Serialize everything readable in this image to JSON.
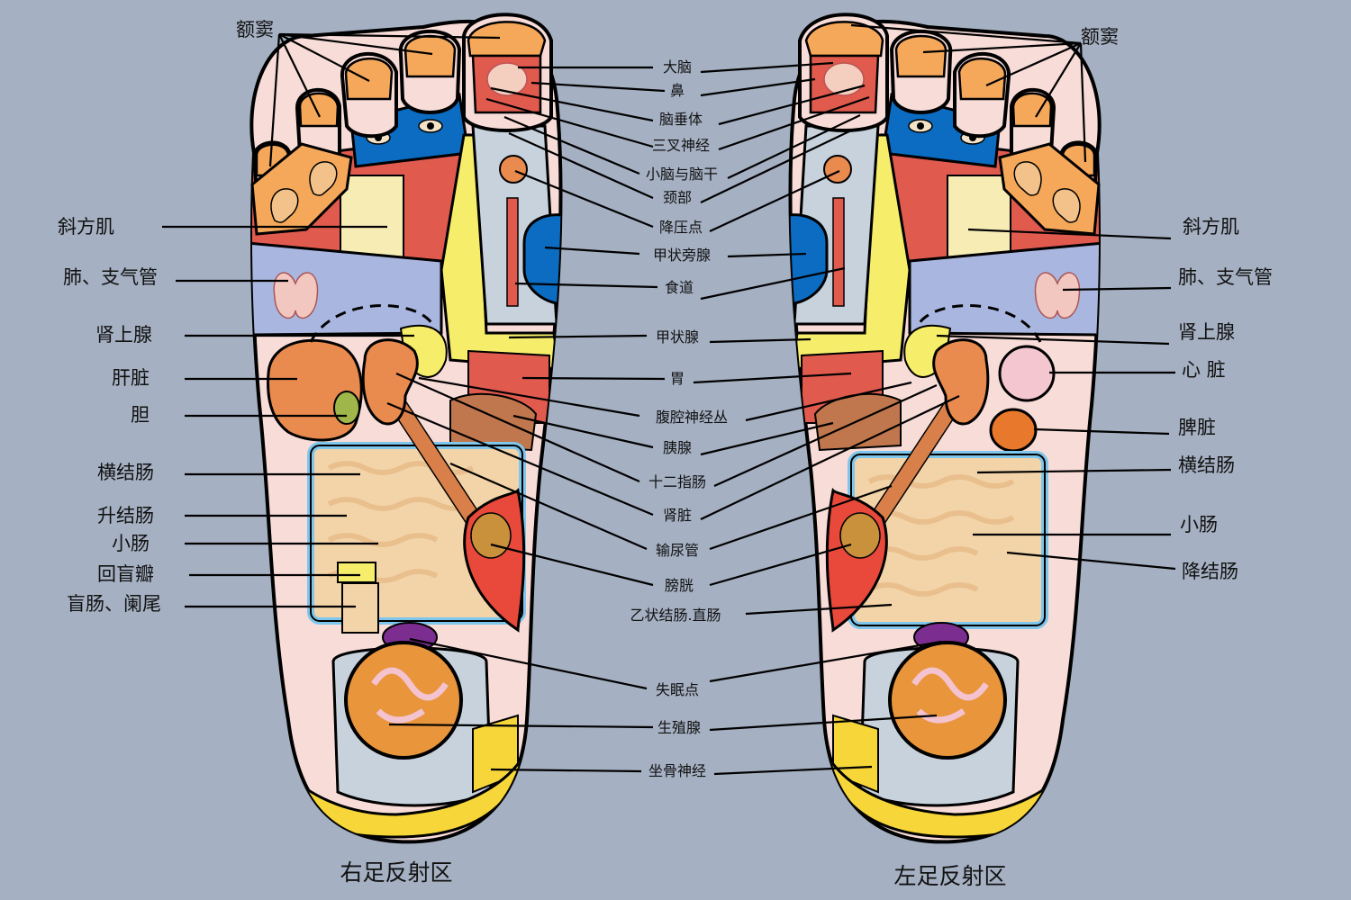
{
  "captions": {
    "right_foot": "右足反射区",
    "left_foot": "左足反射区"
  },
  "right_labels": {
    "frontal_sinus": "额窦",
    "trapezius": "斜方肌",
    "lung": "肺、支气管",
    "adrenal": "肾上腺",
    "liver": "肝脏",
    "gallbladder": "胆",
    "transverse_colon": "横结肠",
    "ascending_colon": "升结肠",
    "small_intestine": "小肠",
    "ileocecal_valve": "回盲瓣",
    "cecum_appendix": "盲肠、阑尾"
  },
  "center_labels": {
    "brain": "大脑",
    "nose": "鼻",
    "pituitary": "脑垂体",
    "trigeminal": "三叉神经",
    "cerebellum": "小脑与脑干",
    "neck": "颈部",
    "hypotension_point": "降压点",
    "parathyroid": "甲状旁腺",
    "esophagus": "食道",
    "thyroid": "甲状腺",
    "stomach": "胃",
    "celiac_plexus": "腹腔神经丛",
    "pancreas": "胰腺",
    "duodenum": "十二指肠",
    "kidney": "肾脏",
    "ureter": "输尿管",
    "bladder": "膀胱",
    "sigmoid_rectum": "乙状结肠.直肠",
    "insomnia_point": "失眠点",
    "gonad": "生殖腺",
    "sciatic": "坐骨神经"
  },
  "left_labels": {
    "frontal_sinus": "额窦",
    "trapezius": "斜方肌",
    "lung": "肺、支气管",
    "adrenal": "肾上腺",
    "heart": "心 脏",
    "spleen": "脾脏",
    "transverse_colon": "横结肠",
    "small_intestine": "小肠",
    "descending_colon": "降结肠"
  },
  "colors": {
    "background": "#a5b0c2",
    "skin": "#f8dcd8",
    "sinus": "#f5a85a",
    "eye_zone": "#0b6cc1",
    "muscle": "#e05a4e",
    "lung": "#a9b7e0",
    "yellow_zone": "#f6ee6a",
    "intestine": "#f3d4a8",
    "intestine_border": "#7ec6ec",
    "kidney": "#e98a4f",
    "bladder": "#e8493a",
    "insomnia": "#7b2e8f",
    "gonad": "#e8953c",
    "heel": "#f7d63a",
    "gray_zone": "#c8d2dd"
  }
}
